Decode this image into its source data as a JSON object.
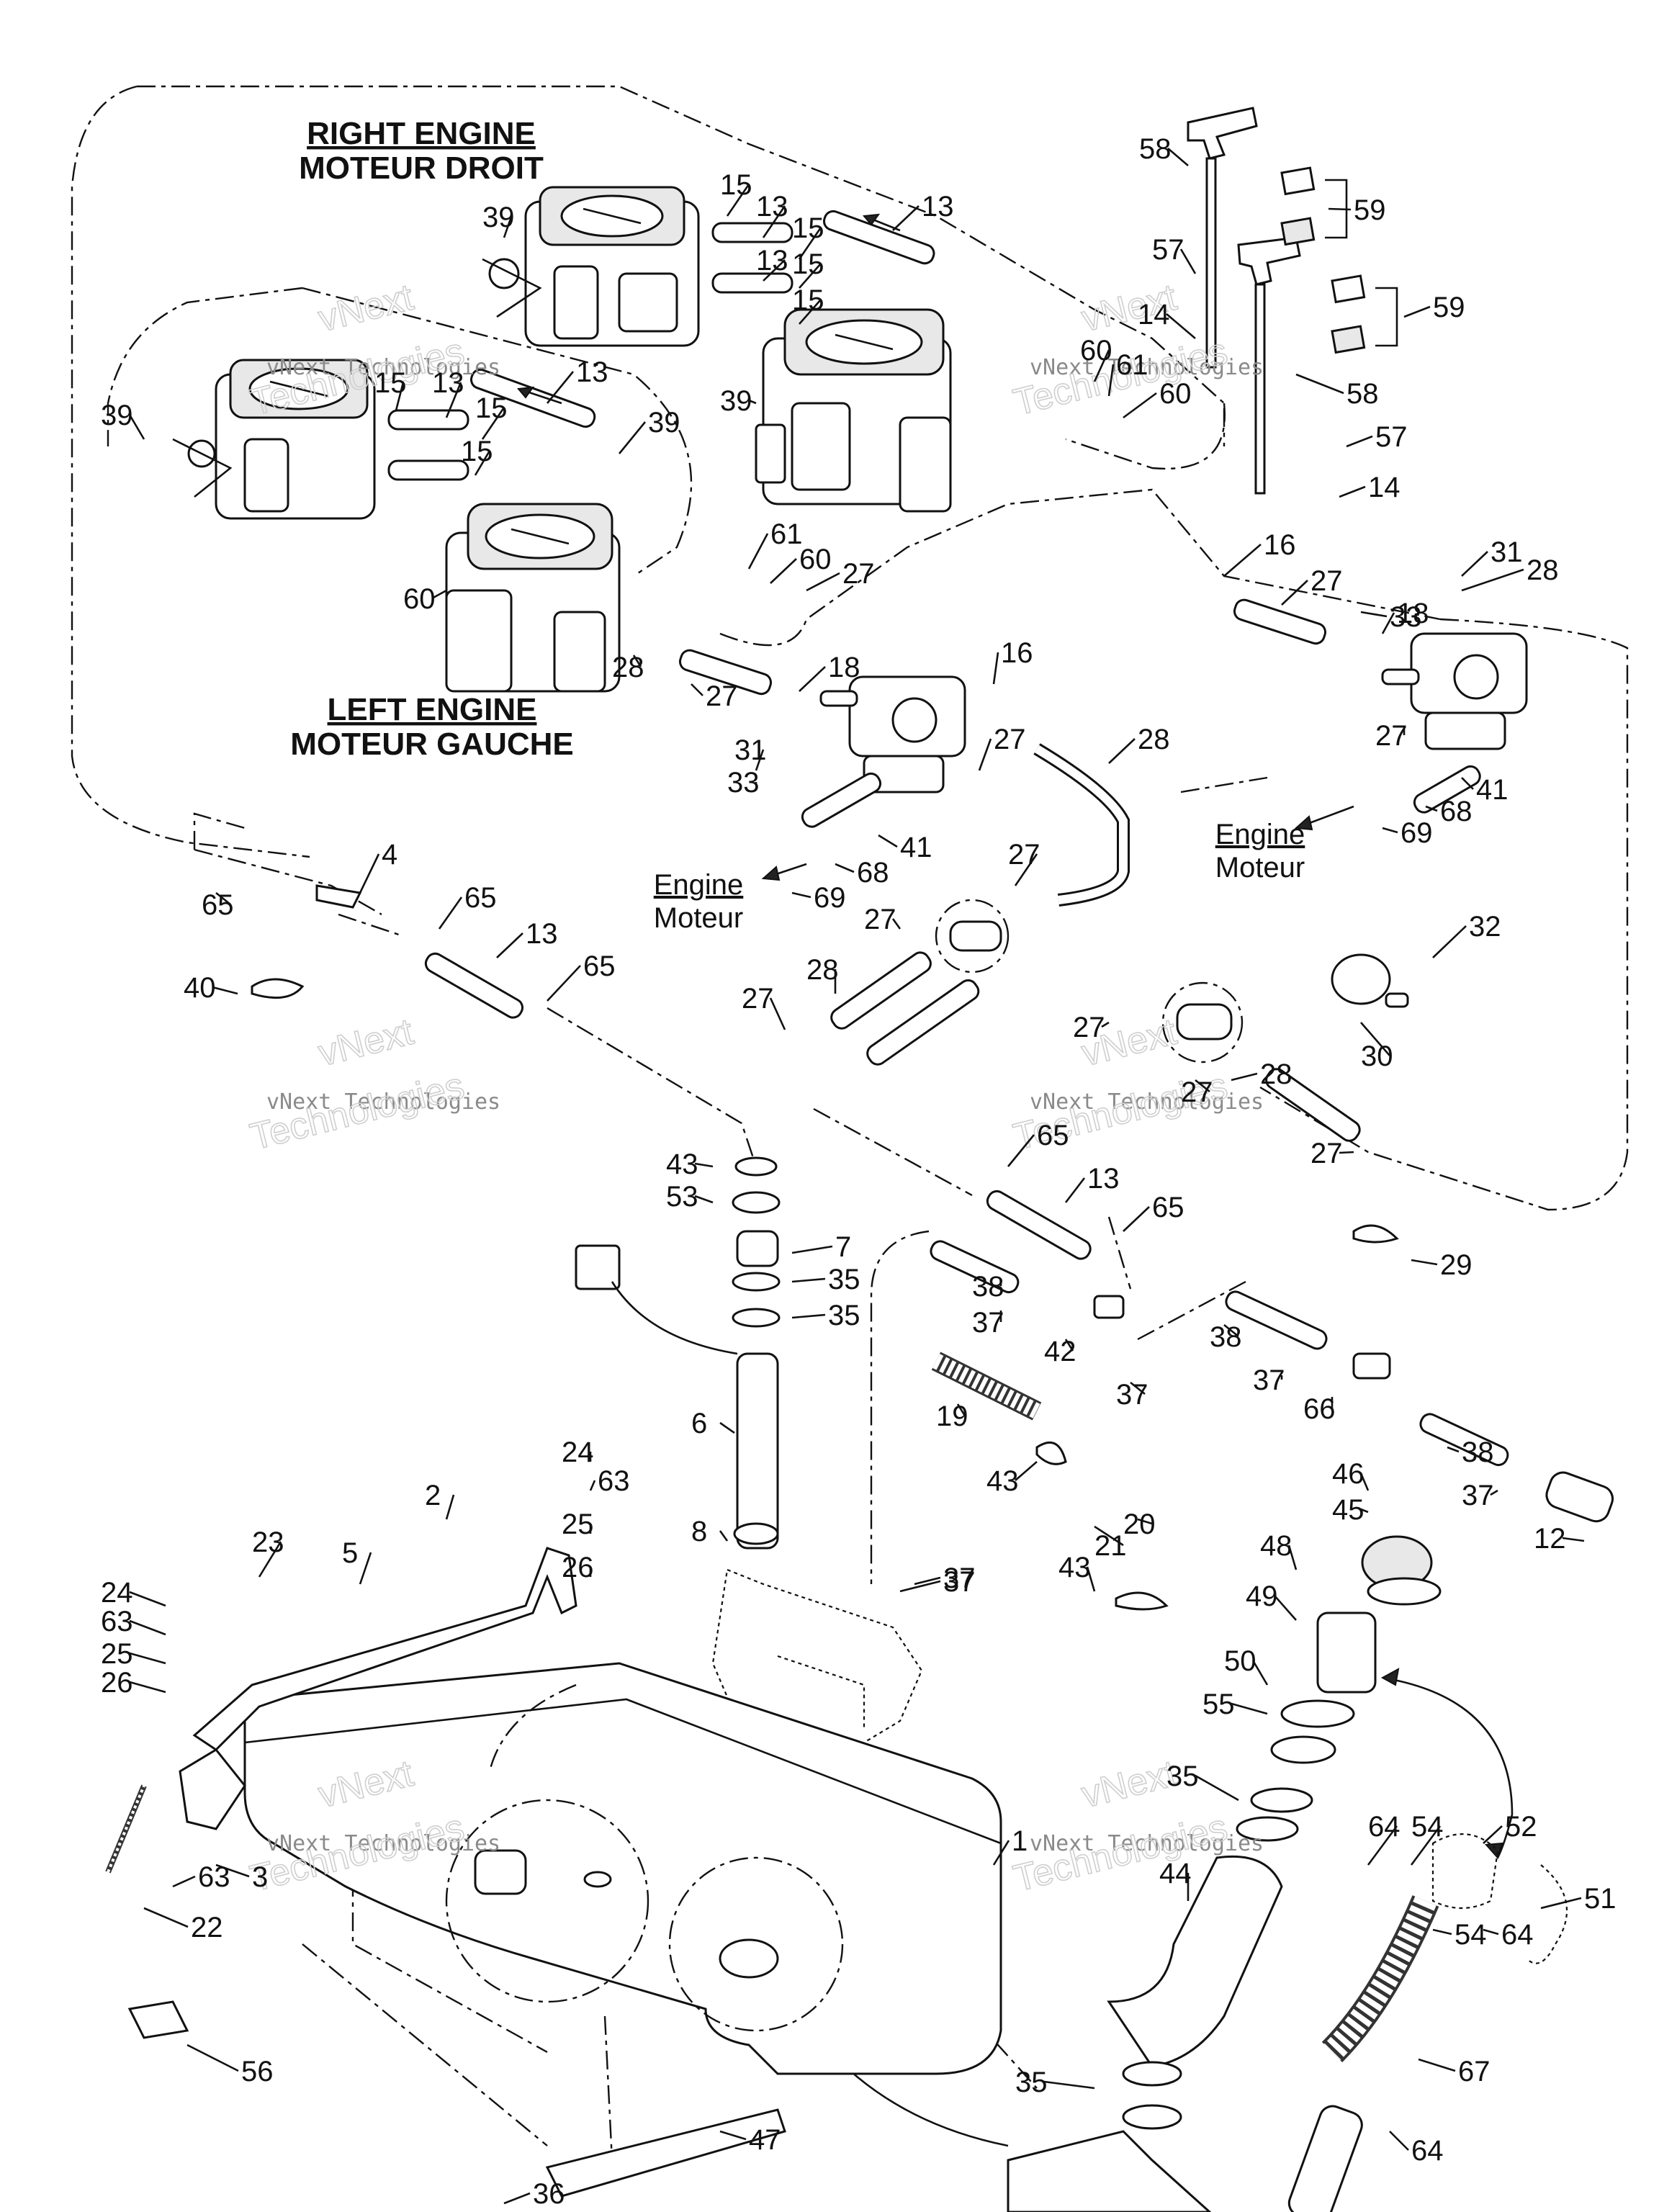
{
  "engine_labels": [
    {
      "en": "RIGHT ENGINE",
      "fr": "MOTEUR DROIT"
    },
    {
      "en": "LEFT ENGINE",
      "fr": "MOTEUR GAUCHE"
    }
  ],
  "destination_labels": [
    {
      "en": "Engine",
      "fr": "Moteur"
    },
    {
      "en": "Engine",
      "fr": "Moteur"
    }
  ],
  "watermark": {
    "line1": "vNext",
    "line2": "vNext Technologies",
    "line3": "Technologies"
  },
  "callouts": [
    "58",
    "59",
    "13",
    "15",
    "15",
    "13",
    "15",
    "13",
    "15",
    "39",
    "57",
    "59",
    "14",
    "60",
    "61",
    "60",
    "58",
    "57",
    "14",
    "15",
    "13",
    "15",
    "13",
    "15",
    "39",
    "39",
    "39",
    "60",
    "61",
    "60",
    "27",
    "16",
    "31",
    "28",
    "27",
    "33",
    "18",
    "27",
    "28",
    "27",
    "18",
    "16",
    "31",
    "33",
    "27",
    "28",
    "41",
    "68",
    "69",
    "41",
    "68",
    "69",
    "4",
    "65",
    "65",
    "13",
    "65",
    "27",
    "27",
    "32",
    "28",
    "27",
    "27",
    "30",
    "40",
    "27",
    "28",
    "27",
    "43",
    "65",
    "53",
    "13",
    "7",
    "65",
    "35",
    "35",
    "29",
    "38",
    "37",
    "42",
    "38",
    "37",
    "66",
    "37",
    "19",
    "6",
    "37",
    "38",
    "37",
    "43",
    "46",
    "45",
    "24",
    "63",
    "20",
    "12",
    "2",
    "25",
    "21",
    "48",
    "8",
    "23",
    "5",
    "26",
    "37",
    "43",
    "49",
    "24",
    "63",
    "25",
    "26",
    "50",
    "55",
    "35",
    "44",
    "1",
    "64",
    "54",
    "52",
    "3",
    "63",
    "51",
    "22",
    "54",
    "64",
    "56",
    "67",
    "35",
    "47",
    "64",
    "36"
  ]
}
